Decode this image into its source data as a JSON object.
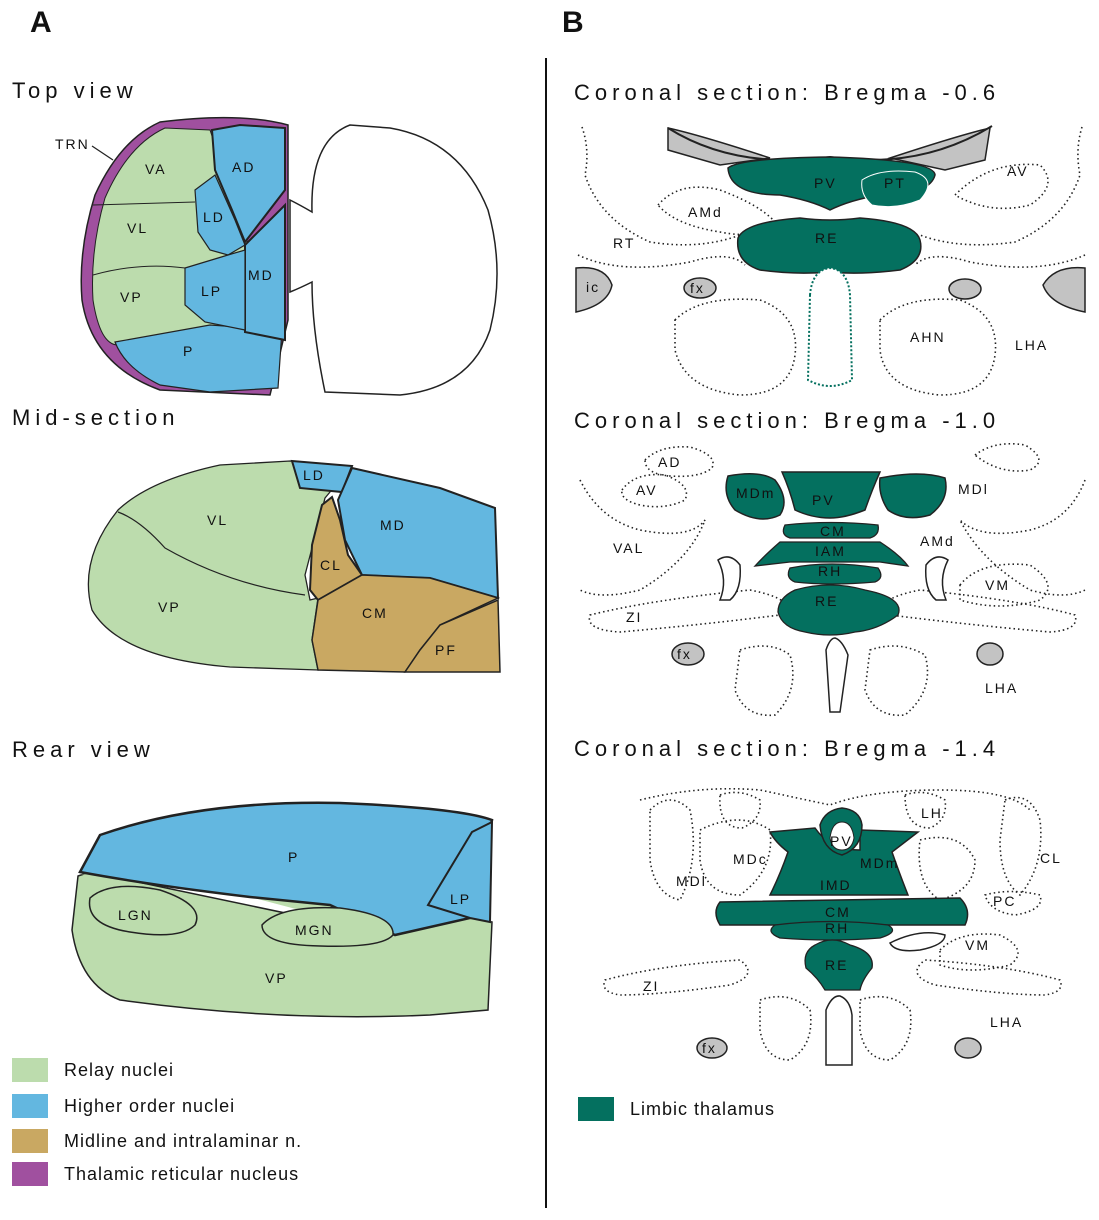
{
  "panels": {
    "a": "A",
    "b": "B"
  },
  "panel_a": {
    "top_view": {
      "title": "Top view",
      "labels": {
        "trn": "TRN",
        "va": "VA",
        "ad": "AD",
        "vl": "VL",
        "ld": "LD",
        "md": "MD",
        "vp": "VP",
        "lp": "LP",
        "p": "P"
      }
    },
    "mid_section": {
      "title": "Mid-section",
      "labels": {
        "ld": "LD",
        "vl": "VL",
        "md": "MD",
        "cl": "CL",
        "vp": "VP",
        "cm": "CM",
        "pf": "PF"
      }
    },
    "rear_view": {
      "title": "Rear view",
      "labels": {
        "p": "P",
        "lp": "LP",
        "lgn": "LGN",
        "mgn": "MGN",
        "vp": "VP"
      }
    },
    "legend": [
      {
        "label": "Relay nuclei",
        "color": "#bcdcad"
      },
      {
        "label": "Higher order nuclei",
        "color": "#63b7e0"
      },
      {
        "label": "Midline and intralaminar n.",
        "color": "#c9a862"
      },
      {
        "label": "Thalamic reticular nucleus",
        "color": "#a0509f"
      }
    ]
  },
  "panel_b": {
    "section1": {
      "title": "Coronal section: Bregma -0.6",
      "labels": {
        "pv": "PV",
        "pt": "PT",
        "av": "AV",
        "amd": "AMd",
        "rt": "RT",
        "re": "RE",
        "ic": "ic",
        "fx": "fx",
        "ahn": "AHN",
        "lha": "LHA"
      }
    },
    "section2": {
      "title": "Coronal section: Bregma -1.0",
      "labels": {
        "ad": "AD",
        "av": "AV",
        "mdm": "MDm",
        "pv": "PV",
        "mdl": "MDl",
        "cm": "CM",
        "iam": "IAM",
        "amd": "AMd",
        "val": "VAL",
        "rh": "RH",
        "vm": "VM",
        "re": "RE",
        "zi": "ZI",
        "fx": "fx",
        "lha": "LHA"
      }
    },
    "section3": {
      "title": "Coronal section: Bregma -1.4",
      "labels": {
        "lh": "LH",
        "pv": "PV",
        "mdc": "MDc",
        "mdm": "MDm",
        "cl": "CL",
        "mdl": "MDl",
        "imd": "IMD",
        "pc": "PC",
        "cm": "CM",
        "rh": "RH",
        "vm": "VM",
        "re": "RE",
        "zi": "ZI",
        "lha": "LHA",
        "fx": "fx"
      }
    },
    "legend": [
      {
        "label": "Limbic thalamus",
        "color": "#04705f"
      }
    ]
  },
  "colors": {
    "relay": "#bcdcad",
    "higher_order": "#63b7e0",
    "midline": "#c9a862",
    "trn": "#a0509f",
    "limbic": "#04705f",
    "gray": "#c3c3c3"
  }
}
